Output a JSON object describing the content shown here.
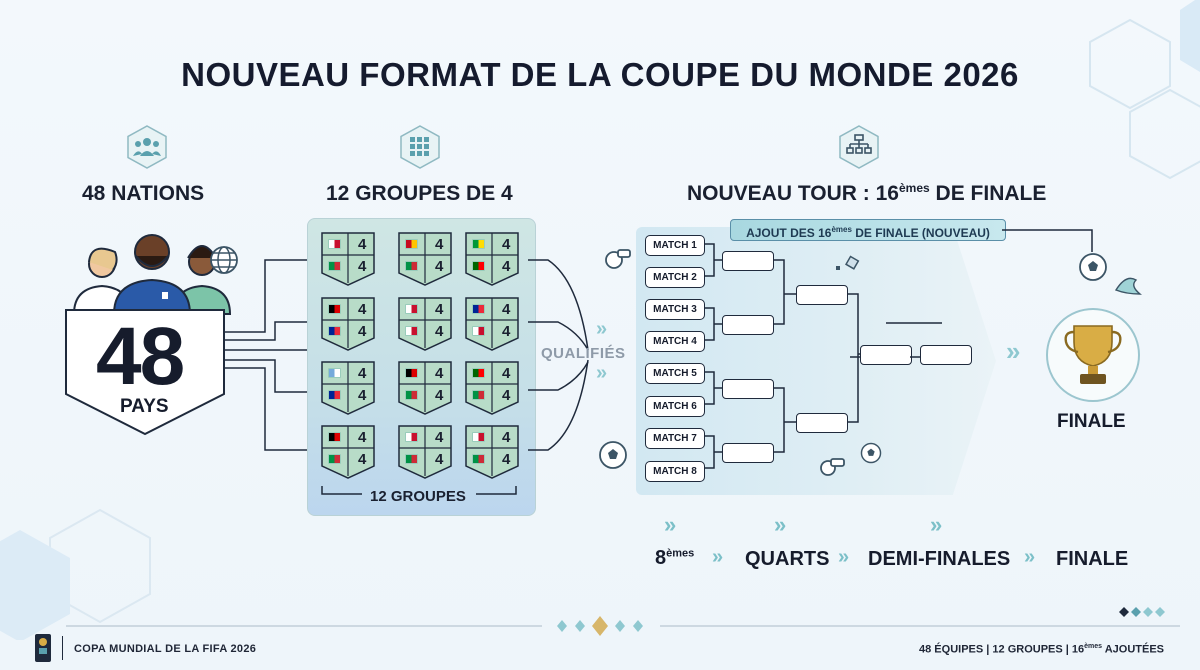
{
  "title": "NOUVEAU FORMAT DE LA COUPE DU MONDE 2026",
  "nations": {
    "heading": "48 NATIONS",
    "number": "48",
    "label": "PAYS"
  },
  "groups": {
    "heading": "12 GROUPES DE 4",
    "footer": "12 GROUPES",
    "team_count": "4",
    "cards": [
      {
        "flags": [
          [
            "#fff",
            "#c8102e"
          ],
          [
            "#009246",
            "#ce2b37"
          ],
          [
            "#c60b1e",
            "#ffc400"
          ],
          [
            "#009246",
            "#ce2b37"
          ]
        ]
      },
      {
        "flags": [
          [
            "#c60b1e",
            "#ffc400"
          ],
          [
            "#009246",
            "#ce2b37"
          ],
          [
            "#fff",
            "#c8102e"
          ],
          [
            "#009246",
            "#ce2b37"
          ]
        ]
      },
      {
        "flags": [
          [
            "#009739",
            "#fedd00"
          ],
          [
            "#006600",
            "#ff0000"
          ],
          [
            "#009739",
            "#fedd00"
          ],
          [
            "#006600",
            "#ff0000"
          ]
        ]
      },
      {
        "flags": [
          [
            "#000",
            "#dd0000"
          ],
          [
            "#002395",
            "#ed2939"
          ],
          [
            "#000",
            "#dd0000"
          ],
          [
            "#002395",
            "#ed2939"
          ]
        ]
      },
      {
        "flags": [
          [
            "#fff",
            "#c8102e"
          ],
          [
            "#fff",
            "#c8102e"
          ],
          [
            "#d7141a",
            "#11457e"
          ],
          [
            "#fff",
            "#c8102e"
          ]
        ]
      },
      {
        "flags": [
          [
            "#002395",
            "#ed2939"
          ],
          [
            "#fff",
            "#c8102e"
          ],
          [
            "#002395",
            "#ed2939"
          ],
          [
            "#fff",
            "#c8102e"
          ]
        ]
      },
      {
        "flags": [
          [
            "#75aadb",
            "#fff"
          ],
          [
            "#002395",
            "#ed2939"
          ],
          [
            "#75aadb",
            "#fff"
          ],
          [
            "#002395",
            "#ed2939"
          ]
        ]
      },
      {
        "flags": [
          [
            "#000",
            "#dd0000"
          ],
          [
            "#009246",
            "#ce2b37"
          ],
          [
            "#000",
            "#dd0000"
          ],
          [
            "#009246",
            "#ce2b37"
          ]
        ]
      },
      {
        "flags": [
          [
            "#006600",
            "#ff0000"
          ],
          [
            "#009246",
            "#ce2b37"
          ],
          [
            "#006600",
            "#ff0000"
          ],
          [
            "#009246",
            "#ce2b37"
          ]
        ]
      },
      {
        "flags": [
          [
            "#000",
            "#dd0000"
          ],
          [
            "#009246",
            "#ce2b37"
          ],
          [
            "#000",
            "#dd0000"
          ],
          [
            "#009246",
            "#ce2b37"
          ]
        ]
      },
      {
        "flags": [
          [
            "#fff",
            "#c8102e"
          ],
          [
            "#009246",
            "#ce2b37"
          ],
          [
            "#fff",
            "#c8102e"
          ],
          [
            "#009246",
            "#ce2b37"
          ]
        ]
      },
      {
        "flags": [
          [
            "#fff",
            "#c8102e"
          ],
          [
            "#009246",
            "#ce2b37"
          ],
          [
            "#fff",
            "#c8102e"
          ],
          [
            "#009246",
            "#ce2b37"
          ]
        ]
      }
    ]
  },
  "qualifies_label": "QUALIFIÉS",
  "round": {
    "heading_main": "NOUVEAU TOUR : 16",
    "heading_sup": "èmes",
    "heading_tail": " DE FINALE",
    "ajout_main": "AJOUT DES 16",
    "ajout_sup": "èmes",
    "ajout_tail": " DE FINALE (NOUVEAU)",
    "matches": [
      "MATCH 1",
      "MATCH 2",
      "MATCH 3",
      "MATCH 4",
      "MATCH 5",
      "MATCH 6",
      "MATCH 7",
      "MATCH 8"
    ]
  },
  "finale_label": "FINALE",
  "stages": {
    "s1_main": "8",
    "s1_sup": "èmes",
    "s2": "QUARTS",
    "s3": "DEMI-FINALES",
    "s4": "FINALE"
  },
  "footer": {
    "left": "COPA MUNDIAL DE LA FIFA 2026",
    "right_a": "48 ÉQUIPES | 12 GROUPES | 16",
    "right_sup": "èmes",
    "right_b": " AJOUTÉES"
  },
  "colors": {
    "accent": "#5aa7b5",
    "dark": "#151b2e",
    "panel": "#cfe6e4",
    "gold": "#c9a13a"
  },
  "icons": [
    "people-icon",
    "grid-icon",
    "bracket-icon",
    "globe-icon",
    "trophy-icon",
    "whistle-icon",
    "football-icon"
  ]
}
